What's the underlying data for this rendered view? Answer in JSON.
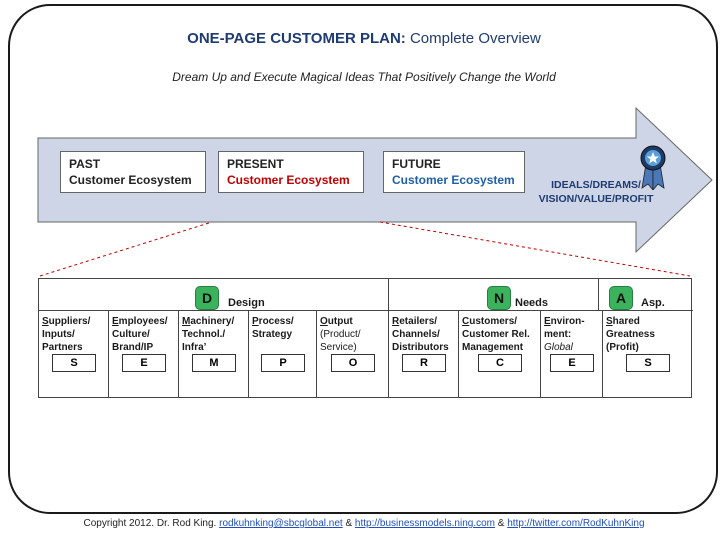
{
  "header": {
    "title_bold": "ONE-PAGE CUSTOMER PLAN:",
    "title_rest": "Complete Overview",
    "subtitle": "Dream Up and Execute Magical Ideas That Positively Change the World"
  },
  "timeline": {
    "past": {
      "line1": "PAST",
      "line2": "Customer Ecosystem"
    },
    "present": {
      "line1": "PRESENT",
      "line2": "Customer Ecosystem"
    },
    "future": {
      "line1": "FUTURE",
      "line2": "Customer Ecosystem"
    },
    "ideals_line1": "IDEALS/DREAMS/",
    "ideals_line2": "VISION/VALUE/PROFIT",
    "colors": {
      "arrow_fill": "#cdd5e6",
      "arrow_stroke": "#666666",
      "present_text": "#c00000",
      "future_text": "#1f5fa8",
      "badge_green": "#3bb35c",
      "connector_red": "#c00000"
    }
  },
  "sections": {
    "design": {
      "letter": "D",
      "label": "Design"
    },
    "needs": {
      "letter": "N",
      "label": "Needs"
    },
    "asp": {
      "letter": "A",
      "label": "Asp."
    }
  },
  "columns": [
    {
      "first": "S",
      "rest1": "uppliers/",
      "line2": "Inputs/",
      "line3": "Partners",
      "letter": "S"
    },
    {
      "first": "E",
      "rest1": "mployees/",
      "line2": "Culture/",
      "line3": "Brand/IP",
      "letter": "E"
    },
    {
      "first": "M",
      "rest1": "achinery/",
      "line2": "Technol./",
      "line3": "Infra’",
      "letter": "M"
    },
    {
      "first": "P",
      "rest1": "rocess/",
      "line2": "Strategy",
      "line3": "",
      "letter": "P"
    },
    {
      "first": "O",
      "rest1": "utput",
      "line2": "(Product/",
      "line3": "Service)",
      "letter": "O"
    },
    {
      "first": "R",
      "rest1": "etailers/",
      "line2": "Channels/",
      "line3": "Distributors",
      "letter": "R"
    },
    {
      "first": "C",
      "rest1": "ustomers/",
      "line2": "Customer Rel.",
      "line3": "Management",
      "letter": "C"
    },
    {
      "first": "E",
      "rest1": "nviron-",
      "line2": "ment:",
      "line3": "Global",
      "letter": "E"
    },
    {
      "first": "S",
      "rest1": "hared",
      "line2": "Greatness",
      "line3": "(Profit)",
      "letter": "S"
    }
  ],
  "footer": {
    "prefix": "Copyright 2012. Dr. Rod King.",
    "email": "rodkuhnking@sbcglobal.net",
    "amp1": "&",
    "link1": "http://businessmodels.ning.com",
    "amp2": "&",
    "link2": "http://twitter.com/RodKuhnKing"
  }
}
